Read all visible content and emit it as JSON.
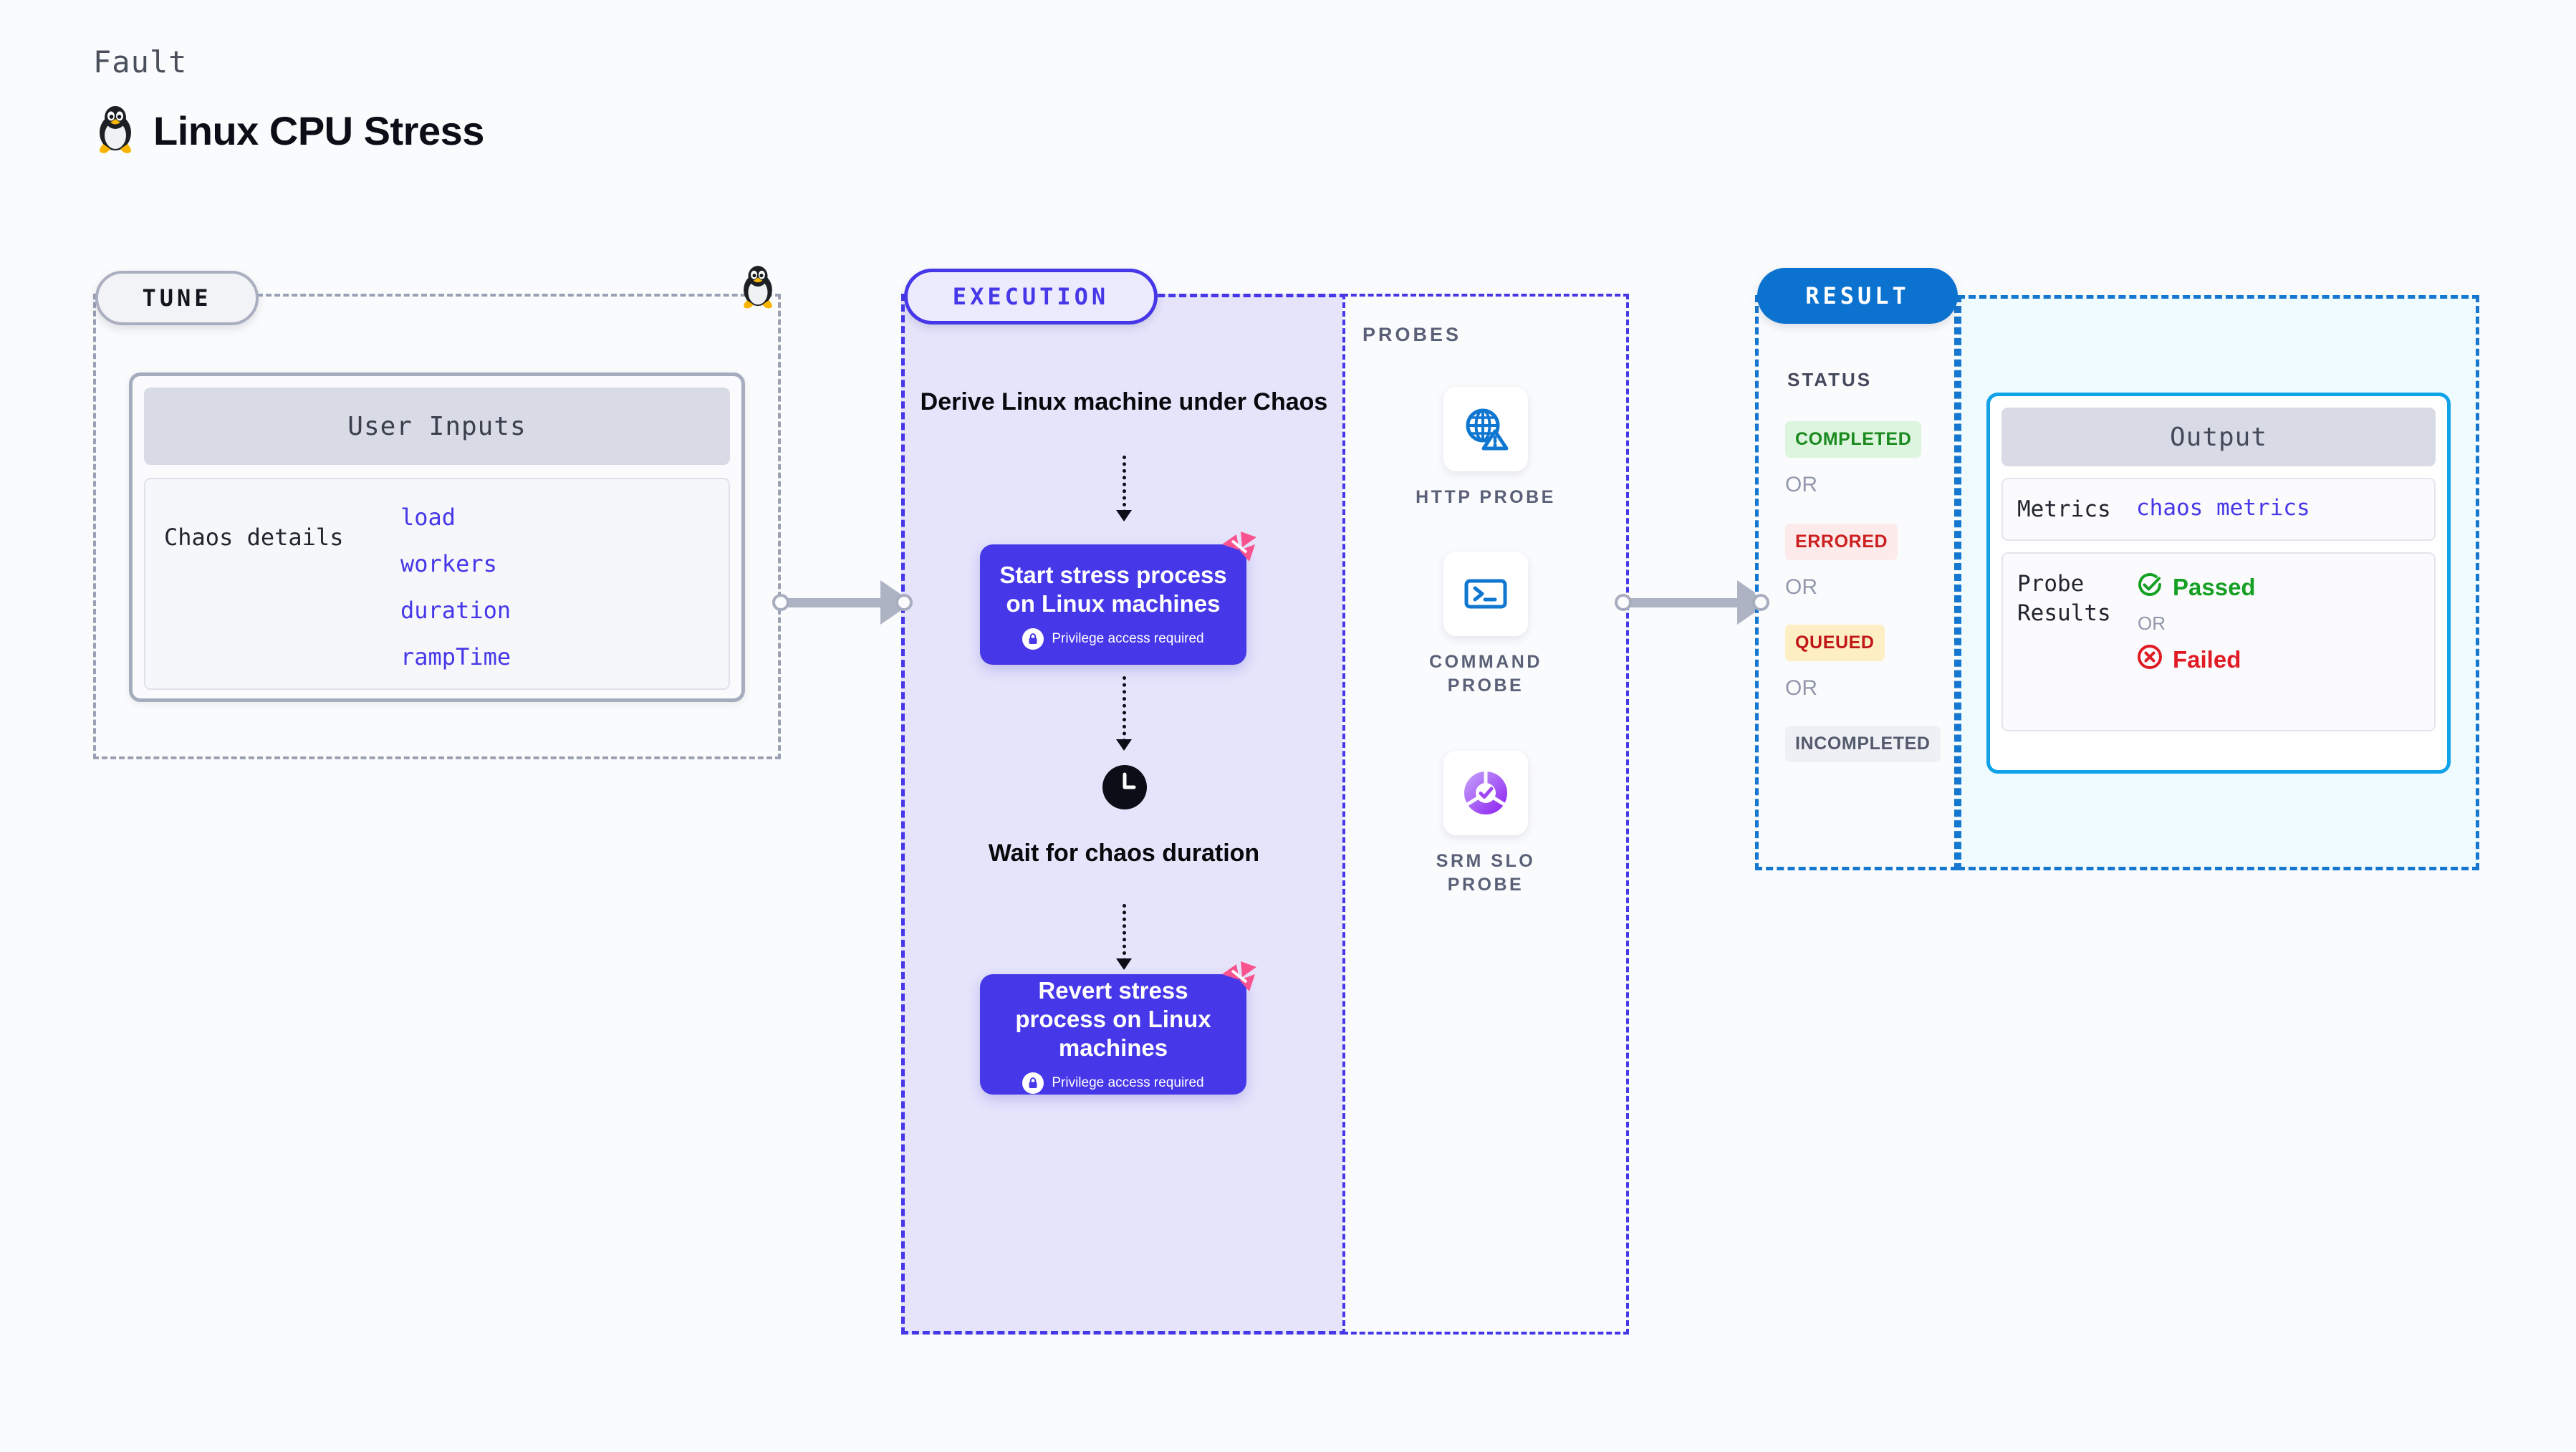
{
  "header": {
    "eyebrow": "Fault",
    "title": "Linux CPU Stress",
    "icon": "tux-penguin-icon"
  },
  "tune": {
    "pill_label": "TUNE",
    "corner_icon": "tux-penguin-icon",
    "card": {
      "header": "User Inputs",
      "details_label": "Chaos details",
      "params": [
        "load",
        "workers",
        "duration",
        "rampTime"
      ]
    }
  },
  "execution": {
    "pill_label": "EXECUTION",
    "steps": [
      {
        "type": "text",
        "label": "Derive Linux machine under Chaos"
      },
      {
        "type": "task",
        "title": "Start stress process on Linux machines",
        "sub": "Privilege access required",
        "badge": "harness-ribbon-icon"
      },
      {
        "type": "wait",
        "icon": "clock-icon",
        "label": "Wait for chaos duration"
      },
      {
        "type": "task",
        "title": "Revert stress process on Linux machines",
        "sub": "Privilege access required",
        "badge": "harness-ribbon-icon"
      }
    ]
  },
  "probes": {
    "section_label": "PROBES",
    "items": [
      {
        "icon": "globe-warning-icon",
        "label": "HTTP PROBE"
      },
      {
        "icon": "terminal-command-icon",
        "label": "COMMAND PROBE"
      },
      {
        "icon": "srm-slo-donut-icon",
        "label": "SRM SLO PROBE"
      }
    ]
  },
  "result": {
    "pill_label": "RESULT",
    "status_label": "STATUS",
    "or_label": "OR",
    "statuses": [
      {
        "label": "COMPLETED",
        "bg": "#ddf5de",
        "fg": "#1a8a1f"
      },
      {
        "label": "ERRORED",
        "bg": "#fdeaea",
        "fg": "#cc1f1f"
      },
      {
        "label": "QUEUED",
        "bg": "#fdeec4",
        "fg": "#c01818"
      },
      {
        "label": "INCOMPLETED",
        "bg": "#eff0f5",
        "fg": "#545a6d"
      }
    ],
    "output": {
      "header": "Output",
      "metrics_label": "Metrics",
      "metrics_value": "chaos metrics",
      "probe_results_label": "Probe Results",
      "passed_label": "Passed",
      "failed_label": "Failed",
      "or_label": "OR"
    }
  },
  "colors": {
    "accent_purple": "#4637e8",
    "accent_blue": "#0b72cf",
    "output_border": "#11a2e8",
    "ribbon_pink": "#f9538f",
    "panel_lavender": "#e5e4fb",
    "panel_cyan": "#effbff"
  }
}
